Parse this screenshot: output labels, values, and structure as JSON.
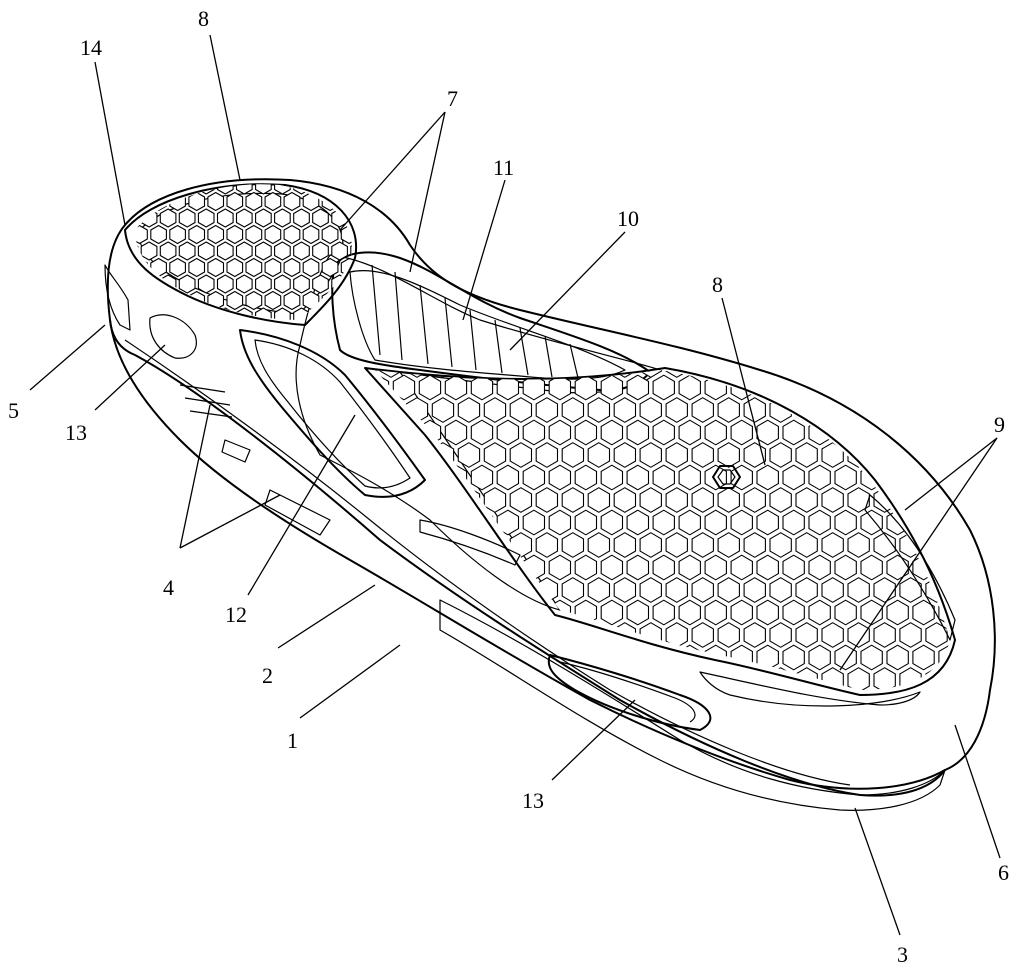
{
  "figure": {
    "labels": [
      {
        "text": "8"
      },
      {
        "text": "14"
      },
      {
        "text": "7"
      },
      {
        "text": "11"
      },
      {
        "text": "10"
      },
      {
        "text": "8"
      },
      {
        "text": "9"
      },
      {
        "text": "5"
      },
      {
        "text": "13"
      },
      {
        "text": "4"
      },
      {
        "text": "12"
      },
      {
        "text": "2"
      },
      {
        "text": "1"
      },
      {
        "text": "13"
      },
      {
        "text": "6"
      },
      {
        "text": "3"
      }
    ]
  }
}
